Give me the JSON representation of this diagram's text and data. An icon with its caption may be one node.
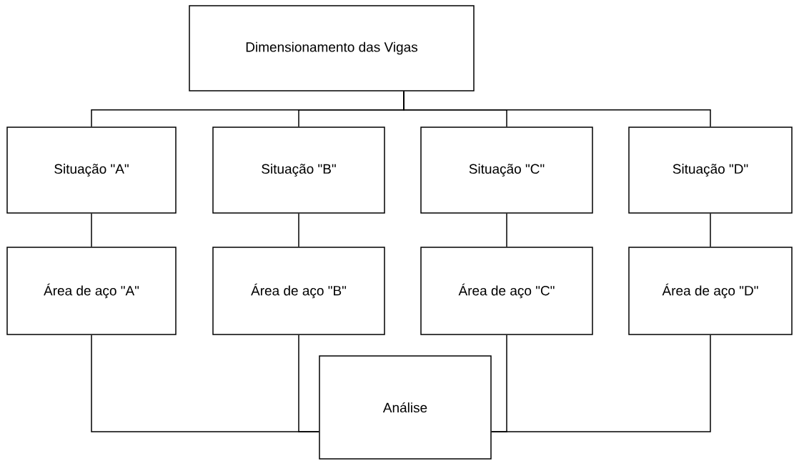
{
  "diagram": {
    "nodes": [
      {
        "text": [
          "Dimensionamento das Vigas"
        ]
      },
      {
        "text": [
          "Situação \"A\""
        ]
      },
      {
        "text": [
          "Situação \"B\""
        ]
      },
      {
        "text": [
          "Situação \"C\""
        ]
      },
      {
        "text": [
          "Situação \"D\""
        ]
      },
      {
        "text": [
          "Área de aço \"A\""
        ]
      },
      {
        "text": [
          "Área de aço \"B\""
        ]
      },
      {
        "text": [
          "Área de aço \"C\""
        ]
      },
      {
        "text": [
          "Área de aço \"D\""
        ]
      },
      {
        "text": [
          "Análise"
        ]
      }
    ],
    "edges": [
      {
        "from": 0,
        "to": 1,
        "arrow": "none"
      },
      {
        "from": 0,
        "to": 2,
        "arrow": "none"
      },
      {
        "from": 0,
        "to": 3,
        "arrow": "none"
      },
      {
        "from": 0,
        "to": 4,
        "arrow": "none"
      },
      {
        "from": 1,
        "to": 5,
        "arrow": "none"
      },
      {
        "from": 2,
        "to": 6,
        "arrow": "none"
      },
      {
        "from": 3,
        "to": 7,
        "arrow": "none"
      },
      {
        "from": 4,
        "to": 8,
        "arrow": "none"
      },
      {
        "from": 5,
        "to": 9,
        "arrow": "none"
      },
      {
        "from": 6,
        "to": 9,
        "arrow": "none"
      },
      {
        "from": 7,
        "to": 9,
        "arrow": "none"
      },
      {
        "from": 8,
        "to": 9,
        "arrow": "none"
      }
    ]
  }
}
